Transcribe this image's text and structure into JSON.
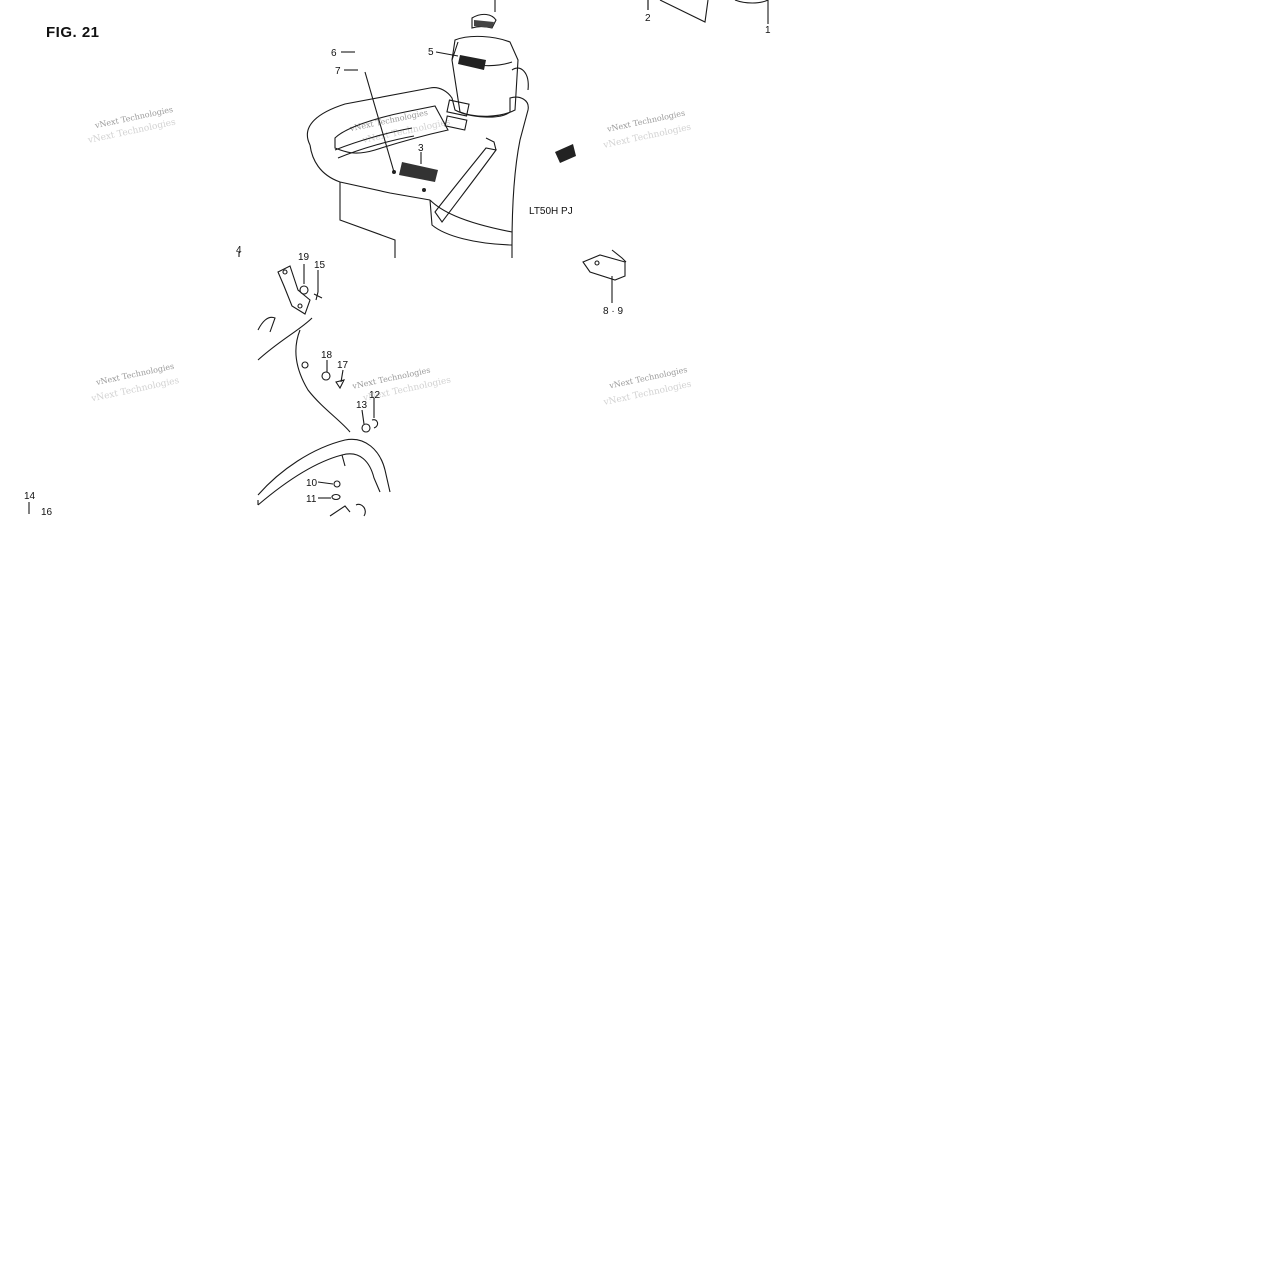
{
  "figure": {
    "title": "FIG. 21"
  },
  "model_code": "LT50H PJ",
  "watermark": "vNext Technologies",
  "callouts": {
    "c1": "1",
    "c2": "2",
    "c3": "3",
    "c4": "4",
    "c5": "5",
    "c6": "6",
    "c7": "7",
    "c8_9": "8 · 9",
    "c10": "10",
    "c11": "11",
    "c12": "12",
    "c13": "13",
    "c14": "14",
    "c15": "15",
    "c16": "16",
    "c17": "17",
    "c18": "18",
    "c19": "19"
  }
}
